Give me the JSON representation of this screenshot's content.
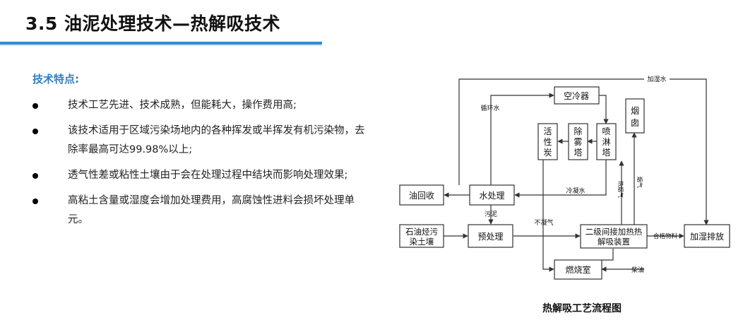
{
  "title": "3.5 油泥处理技术—热解吸技术",
  "features": {
    "heading": "技术特点:",
    "items": [
      "技术工艺先进、技术成熟，但能耗大，操作费用高;",
      "该技术适用于区域污染场地内的各种挥发或半挥发有机污染物，去除率最高可达99.98%以上;",
      "透气性差或粘性土壤由于会在处理过程中结块而影响处理效果;",
      "高粘土含量或湿度会增加处理费用，高腐蚀性进料会损坏处理单元。"
    ]
  },
  "diagram": {
    "caption": "热解吸工艺流程图",
    "nodes": {
      "air_cooler": "空冷器",
      "chimney": [
        "烟",
        "囱"
      ],
      "activated_carbon": [
        "活",
        "性",
        "炭"
      ],
      "demister": [
        "除",
        "雾",
        "塔"
      ],
      "spray_tower": [
        "喷",
        "淋",
        "塔"
      ],
      "oil_recovery": "油回收",
      "water_treatment": "水处理",
      "soil": [
        "石油烃污",
        "染土壤"
      ],
      "pretreatment": "预处理",
      "desorption": [
        "二级间接加热热",
        "解吸装置"
      ],
      "humidify_discharge": "加湿排放",
      "combustion": "燃烧室"
    },
    "edge_labels": {
      "humidify_water": "加湿水",
      "circulating_water": "循环水",
      "condensate": "冷凝水",
      "sludge": "污泥",
      "noncondensable_gas": "不凝气",
      "qualified_material": "合格物料",
      "diesel": "柴油",
      "flue_gas": "烟气",
      "hot_flue_gas": "热烟气"
    }
  }
}
